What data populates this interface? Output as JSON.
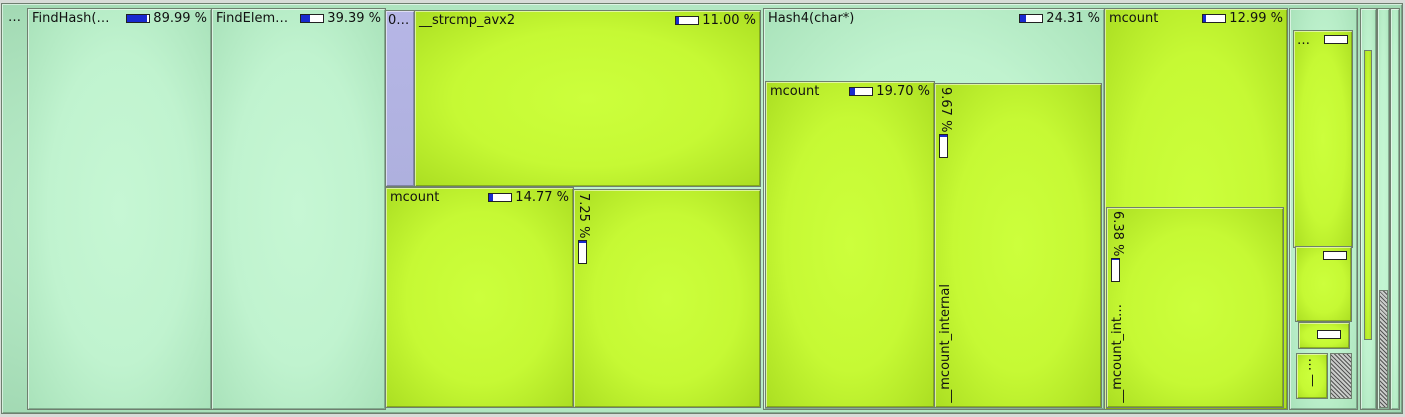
{
  "colors": {
    "mint": "#c0f3cf",
    "lime": "#c6f934",
    "lavender": "#b0b2e0",
    "bar_fill": "#1a2ad0",
    "border": "#6f7f6f"
  },
  "root": {
    "label": "…"
  },
  "findhash": {
    "label": "FindHash(…",
    "percent": "89.99 %",
    "fill": 0.9
  },
  "findelem": {
    "label": "FindElem…",
    "percent": "39.39 %",
    "fill": 0.39
  },
  "zero": {
    "label": "0…"
  },
  "strcmp": {
    "label": "__strcmp_avx2",
    "percent": "11.00 %",
    "fill": 0.11
  },
  "mcount_a": {
    "label": "mcount",
    "percent": "14.77 %",
    "fill": 0.15
  },
  "mcount_a_child": {
    "percent": "7.25 %",
    "fill": 0.07
  },
  "hash4": {
    "label": "Hash4(char*)",
    "percent": "24.31 %",
    "fill": 0.24
  },
  "mcount_b": {
    "label": "mcount",
    "percent": "19.70 %",
    "fill": 0.2
  },
  "mcount_internal_b": {
    "label": "__mcount_internal",
    "percent": "9.67 %",
    "fill": 0.1
  },
  "mcount_c": {
    "label": "mcount",
    "percent": "12.99 %",
    "fill": 0.13
  },
  "mcount_internal_c": {
    "label": "__mcount_int…",
    "percent": "6.38 %",
    "fill": 0.06
  },
  "small": {
    "ellipsis": "…",
    "ellipsis_v": "…",
    "bar_v": "—"
  }
}
